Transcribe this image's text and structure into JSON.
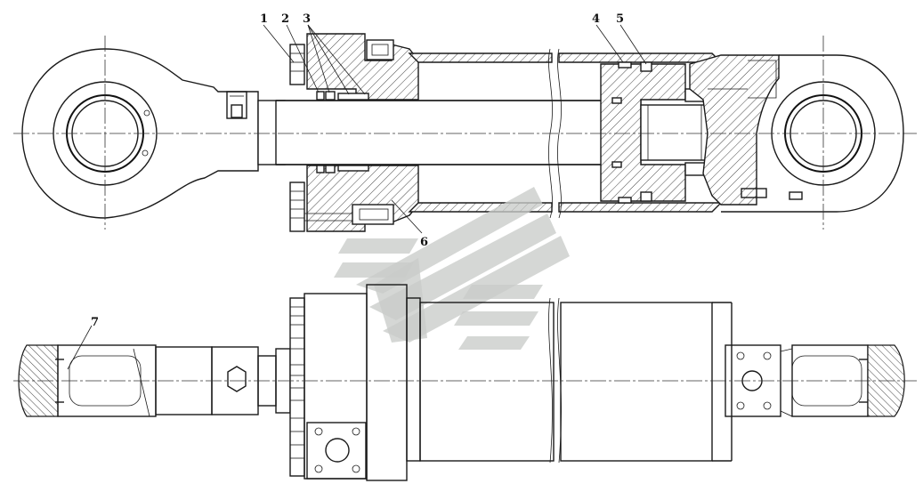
{
  "callouts": [
    {
      "id": "1",
      "label": "1"
    },
    {
      "id": "2",
      "label": "2"
    },
    {
      "id": "3",
      "label": "3"
    },
    {
      "id": "4",
      "label": "4"
    },
    {
      "id": "5",
      "label": "5"
    },
    {
      "id": "6",
      "label": "6"
    },
    {
      "id": "7",
      "label": "7"
    }
  ],
  "views": {
    "top": "sectional-view",
    "bottom": "plan-view"
  },
  "colors": {
    "line": "#1a1a1a",
    "watermark": "#c9ccc9",
    "background": "#ffffff"
  }
}
